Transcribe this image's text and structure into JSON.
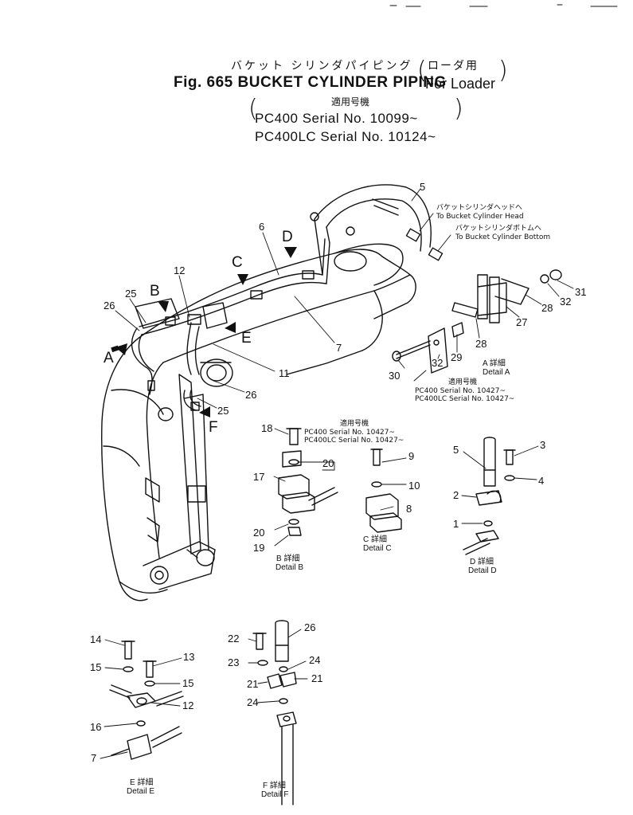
{
  "header": {
    "title_jp_a": "バケット シリンダパイピング",
    "title_jp_b": "ローダ用",
    "fig_label": "Fig. 665 BUCKET CYLINDER PIPING",
    "for_label": "For Loader",
    "applicable_jp": "適用号機",
    "serial_line_1": "PC400    Serial No. 10099~",
    "serial_line_2": "PC400LC Serial No. 10124~"
  },
  "callouts": {
    "to_head_jp": "バケットシリンダヘッドへ",
    "to_head_en": "To Bucket Cylinder Head",
    "to_bottom_jp": "バケットシリンダボトムへ",
    "to_bottom_en": "To Bucket Cylinder Bottom"
  },
  "view_letters": {
    "a": "A",
    "b": "B",
    "c": "C",
    "d": "D",
    "e": "E",
    "f": "F"
  },
  "main_parts": {
    "p5": "5",
    "p6": "6",
    "p12": "12",
    "p25a": "25",
    "p26a": "26",
    "p7": "7",
    "p11": "11",
    "p26b": "26",
    "p25b": "25"
  },
  "detail_a": {
    "parts": {
      "p28a": "28",
      "p32a": "32",
      "p31": "31",
      "p27": "27",
      "p28b": "28",
      "p29": "29",
      "p32b": "32",
      "p30": "30"
    },
    "serial_jp": "適用号機",
    "serial_1": "PC400    Serial No. 10427~",
    "serial_2": "PC400LC Serial No. 10427~",
    "label_jp": "A 詳細",
    "label_en": "Detail A"
  },
  "detail_b": {
    "parts": {
      "p18": "18",
      "p20a": "20",
      "p17": "17",
      "p20b": "20",
      "p19": "19"
    },
    "serial_jp": "適用号機",
    "serial_1": "PC400    Serial No. 10427~",
    "serial_2": "PC400LC Serial No. 10427~",
    "label_jp": "B 詳細",
    "label_en": "Detail B"
  },
  "detail_c": {
    "parts": {
      "p9": "9",
      "p10": "10",
      "p8": "8"
    },
    "label_jp": "C 詳細",
    "label_en": "Detail C"
  },
  "detail_d": {
    "parts": {
      "p5": "5",
      "p3": "3",
      "p4": "4",
      "p2": "2",
      "p1": "1"
    },
    "label_jp": "D 詳細",
    "label_en": "Detail D"
  },
  "detail_e": {
    "parts": {
      "p14": "14",
      "p13": "13",
      "p15a": "15",
      "p15b": "15",
      "p12": "12",
      "p16": "16",
      "p7": "7"
    },
    "label_jp": "E 詳細",
    "label_en": "Detail E"
  },
  "detail_f": {
    "parts": {
      "p26": "26",
      "p22": "22",
      "p24a": "24",
      "p23": "23",
      "p21a": "21",
      "p21b": "21",
      "p24b": "24"
    },
    "label_jp": "F 詳細",
    "label_en": "Detail F"
  }
}
